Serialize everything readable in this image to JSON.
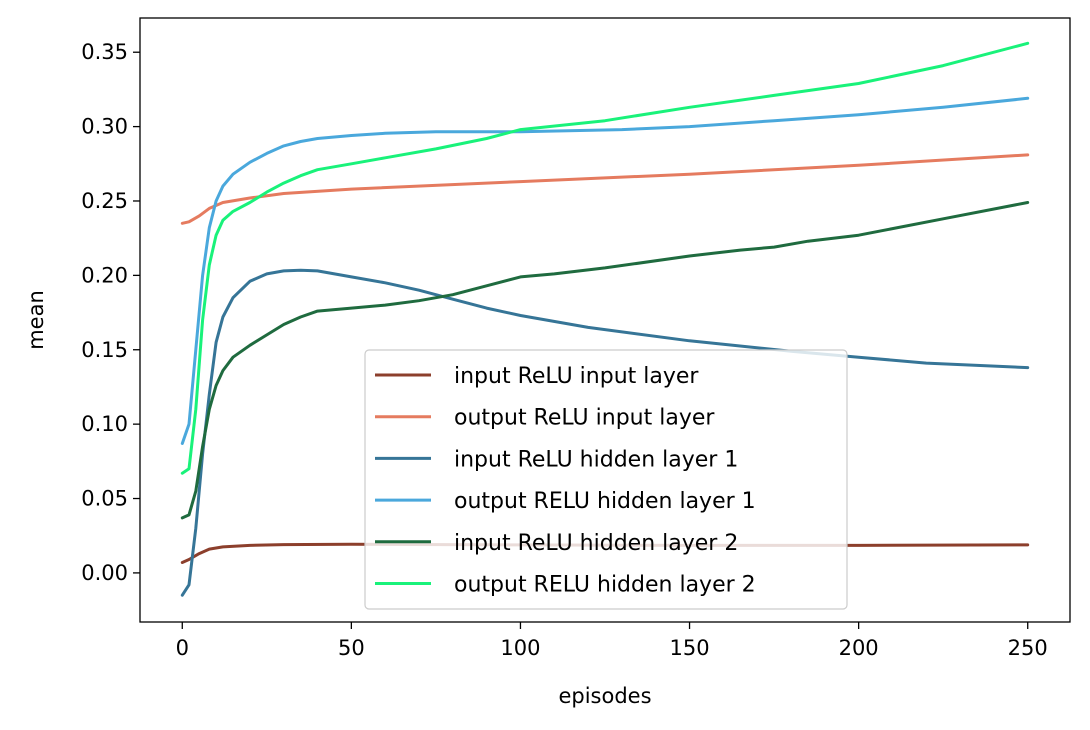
{
  "chart_data": {
    "type": "line",
    "xlabel": "episodes",
    "ylabel": "mean",
    "xlim": [
      -12.5,
      262.5
    ],
    "ylim": [
      -0.033,
      0.373
    ],
    "xticks": [
      0,
      50,
      100,
      150,
      200,
      250
    ],
    "xtick_labels": [
      "0",
      "50",
      "100",
      "150",
      "200",
      "250"
    ],
    "yticks": [
      0.0,
      0.05,
      0.1,
      0.15,
      0.2,
      0.25,
      0.3,
      0.35
    ],
    "ytick_labels": [
      "0.00",
      "0.05",
      "0.10",
      "0.15",
      "0.20",
      "0.25",
      "0.30",
      "0.35"
    ],
    "grid": false,
    "legend_position": "lower center",
    "series": [
      {
        "name": "input ReLU input layer",
        "color": "#8c3f2c",
        "points": [
          [
            0,
            0.007
          ],
          [
            2,
            0.009
          ],
          [
            5,
            0.013
          ],
          [
            8,
            0.016
          ],
          [
            12,
            0.0175
          ],
          [
            20,
            0.0185
          ],
          [
            30,
            0.019
          ],
          [
            50,
            0.0192
          ],
          [
            100,
            0.0188
          ],
          [
            150,
            0.0185
          ],
          [
            200,
            0.0185
          ],
          [
            250,
            0.0188
          ]
        ]
      },
      {
        "name": "output ReLU input layer",
        "color": "#e57b5f",
        "points": [
          [
            0,
            0.235
          ],
          [
            2,
            0.236
          ],
          [
            5,
            0.24
          ],
          [
            8,
            0.245
          ],
          [
            12,
            0.249
          ],
          [
            20,
            0.252
          ],
          [
            30,
            0.255
          ],
          [
            50,
            0.258
          ],
          [
            100,
            0.263
          ],
          [
            150,
            0.268
          ],
          [
            200,
            0.274
          ],
          [
            250,
            0.281
          ]
        ]
      },
      {
        "name": "input ReLU hidden layer 1",
        "color": "#367597",
        "points": [
          [
            0,
            -0.015
          ],
          [
            2,
            -0.008
          ],
          [
            4,
            0.03
          ],
          [
            6,
            0.08
          ],
          [
            8,
            0.12
          ],
          [
            10,
            0.155
          ],
          [
            12,
            0.172
          ],
          [
            15,
            0.185
          ],
          [
            20,
            0.196
          ],
          [
            25,
            0.201
          ],
          [
            30,
            0.203
          ],
          [
            35,
            0.2035
          ],
          [
            40,
            0.203
          ],
          [
            50,
            0.199
          ],
          [
            60,
            0.195
          ],
          [
            70,
            0.19
          ],
          [
            80,
            0.184
          ],
          [
            90,
            0.178
          ],
          [
            100,
            0.173
          ],
          [
            120,
            0.165
          ],
          [
            150,
            0.156
          ],
          [
            180,
            0.149
          ],
          [
            200,
            0.145
          ],
          [
            220,
            0.141
          ],
          [
            250,
            0.138
          ]
        ]
      },
      {
        "name": "output RELU hidden layer 1",
        "color": "#4aa8dc",
        "points": [
          [
            0,
            0.087
          ],
          [
            2,
            0.1
          ],
          [
            4,
            0.15
          ],
          [
            6,
            0.2
          ],
          [
            8,
            0.232
          ],
          [
            10,
            0.25
          ],
          [
            12,
            0.26
          ],
          [
            15,
            0.268
          ],
          [
            20,
            0.276
          ],
          [
            25,
            0.282
          ],
          [
            30,
            0.287
          ],
          [
            35,
            0.29
          ],
          [
            40,
            0.292
          ],
          [
            50,
            0.294
          ],
          [
            60,
            0.2955
          ],
          [
            75,
            0.2965
          ],
          [
            100,
            0.2965
          ],
          [
            130,
            0.298
          ],
          [
            150,
            0.3
          ],
          [
            175,
            0.304
          ],
          [
            200,
            0.308
          ],
          [
            225,
            0.313
          ],
          [
            250,
            0.319
          ]
        ]
      },
      {
        "name": "input ReLU hidden layer 2",
        "color": "#1f6b3f",
        "points": [
          [
            0,
            0.037
          ],
          [
            2,
            0.039
          ],
          [
            4,
            0.055
          ],
          [
            6,
            0.085
          ],
          [
            8,
            0.11
          ],
          [
            10,
            0.126
          ],
          [
            12,
            0.136
          ],
          [
            15,
            0.145
          ],
          [
            20,
            0.153
          ],
          [
            25,
            0.16
          ],
          [
            30,
            0.167
          ],
          [
            35,
            0.172
          ],
          [
            40,
            0.176
          ],
          [
            50,
            0.178
          ],
          [
            60,
            0.18
          ],
          [
            70,
            0.183
          ],
          [
            80,
            0.187
          ],
          [
            90,
            0.193
          ],
          [
            100,
            0.199
          ],
          [
            110,
            0.201
          ],
          [
            125,
            0.205
          ],
          [
            150,
            0.213
          ],
          [
            165,
            0.217
          ],
          [
            175,
            0.219
          ],
          [
            185,
            0.223
          ],
          [
            200,
            0.227
          ],
          [
            225,
            0.238
          ],
          [
            250,
            0.249
          ]
        ]
      },
      {
        "name": "output RELU hidden layer 2",
        "color": "#19f27a",
        "points": [
          [
            0,
            0.067
          ],
          [
            2,
            0.07
          ],
          [
            4,
            0.11
          ],
          [
            6,
            0.17
          ],
          [
            8,
            0.207
          ],
          [
            10,
            0.227
          ],
          [
            12,
            0.237
          ],
          [
            15,
            0.243
          ],
          [
            20,
            0.249
          ],
          [
            25,
            0.256
          ],
          [
            30,
            0.262
          ],
          [
            35,
            0.267
          ],
          [
            40,
            0.271
          ],
          [
            50,
            0.275
          ],
          [
            60,
            0.279
          ],
          [
            75,
            0.285
          ],
          [
            90,
            0.292
          ],
          [
            100,
            0.298
          ],
          [
            125,
            0.304
          ],
          [
            150,
            0.313
          ],
          [
            175,
            0.321
          ],
          [
            200,
            0.329
          ],
          [
            225,
            0.341
          ],
          [
            250,
            0.356
          ]
        ]
      }
    ]
  }
}
